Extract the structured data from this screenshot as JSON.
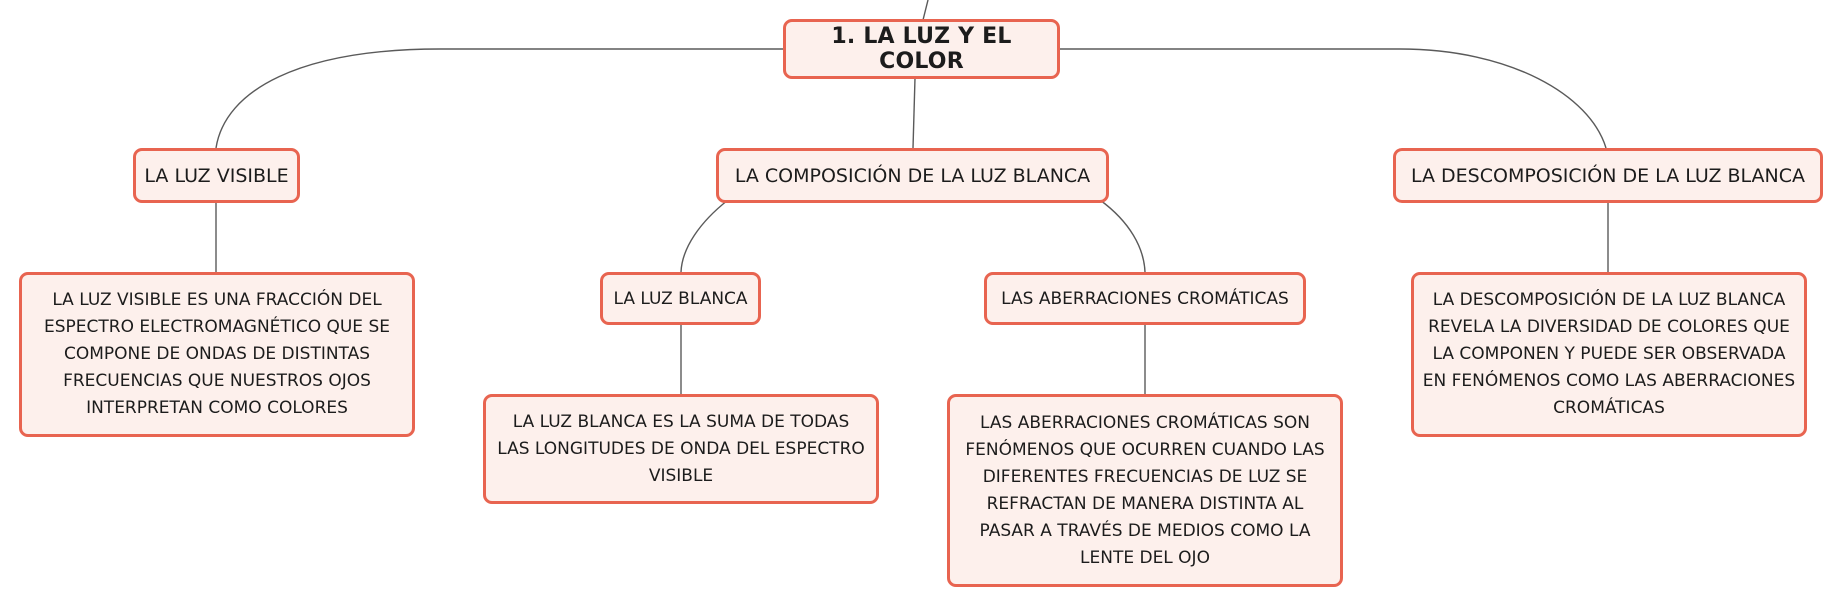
{
  "diagram": {
    "root": {
      "label": "1. LA LUZ Y EL COLOR"
    },
    "topics": [
      {
        "label": "LA LUZ VISIBLE",
        "detail": "LA LUZ VISIBLE ES UNA FRACCIÓN DEL ESPECTRO ELECTROMAGNÉTICO QUE SE COMPONE DE ONDAS DE DISTINTAS FRECUENCIAS QUE NUESTROS OJOS INTERPRETAN COMO COLORES"
      },
      {
        "label": "LA COMPOSICIÓN DE LA LUZ BLANCA",
        "subtopics": [
          {
            "label": "LA LUZ BLANCA",
            "detail": "LA LUZ BLANCA ES LA SUMA DE TODAS LAS LONGITUDES DE ONDA DEL ESPECTRO VISIBLE"
          },
          {
            "label": "LAS ABERRACIONES CROMÁTICAS",
            "detail": "LAS ABERRACIONES CROMÁTICAS SON FENÓMENOS QUE OCURREN CUANDO LAS DIFERENTES FRECUENCIAS DE LUZ SE REFRACTAN DE MANERA DISTINTA AL PASAR A TRAVÉS DE MEDIOS COMO LA LENTE DEL OJO"
          }
        ]
      },
      {
        "label": "LA DESCOMPOSICIÓN DE LA LUZ BLANCA",
        "detail": "LA DESCOMPOSICIÓN DE LA LUZ BLANCA REVELA LA DIVERSIDAD DE COLORES QUE LA COMPONEN Y PUEDE SER OBSERVADA EN FENÓMENOS COMO LAS ABERRACIONES CROMÁTICAS"
      }
    ]
  },
  "colors": {
    "node_fill": "#fdf0ec",
    "node_border": "#e86450",
    "connector": "#5a5a5a",
    "text": "#1c1c1c"
  }
}
